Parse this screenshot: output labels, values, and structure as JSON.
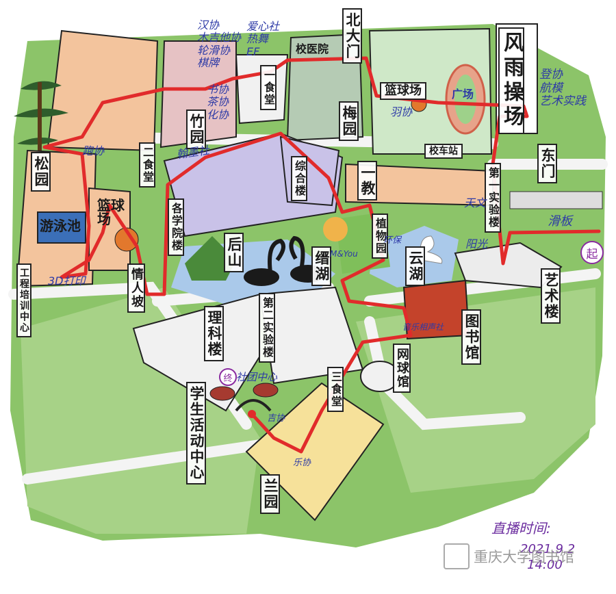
{
  "map": {
    "buildings": {
      "north_gate": "北大门",
      "hospital": "校医院",
      "wind_rain_field": "风雨操场",
      "basketball_court_n": "篮球场",
      "track_field": "广场",
      "bus_stop": "校车站",
      "canteen_1": "一食堂",
      "bamboo_garden": "竹园",
      "plum_garden": "梅园",
      "pine_garden": "松园",
      "canteen_2": "二食堂",
      "swimming_pool": "游泳池",
      "basketball_court_w": "篮球场",
      "engineering_center": "工程培训中心",
      "comprehensive_building": "综合楼",
      "college_buildings": "各学院楼",
      "east_gate": "东门",
      "first_teaching": "一教",
      "first_lab": "第一实验楼",
      "botanical_garden": "植物园",
      "back_hill": "后山",
      "lovers_slope": "情人坡",
      "mirror_lake": "缙湖",
      "cloud_lake": "云湖",
      "art_building": "艺术楼",
      "library": "图书馆",
      "science_building": "理科楼",
      "second_lab": "第二实验楼",
      "tennis_hall": "网球馆",
      "canteen_3": "三食堂",
      "student_center": "学生活动中心",
      "orchid_garden": "兰园"
    },
    "clubs": {
      "han_cosplay": "汉协\n木吉他协\n轮滑协\n棋牌",
      "love_society": "爱心社\n热舞\nEF",
      "calligraphy": "书协\n茶协\n化协",
      "badminton": "羽协",
      "aviation": "登协\n航模\n艺术实践",
      "poetry": "翰墨社",
      "run_club": "跑协",
      "print_3d": "3D打印",
      "skateboard": "滑板",
      "tiantai": "天文",
      "yangguang": "阳光",
      "myou": "M&You",
      "gongyi": "环保",
      "music": "音乐相声社",
      "guitar": "吉协",
      "dance": "乐协",
      "club_center": "社团中心"
    },
    "start_marker": "起",
    "end_marker": "终",
    "live_label": "直播时间:",
    "live_date": "2021.9.2",
    "live_time": "14:00",
    "watermark_text": "重庆大学图书馆"
  },
  "colors": {
    "grass": "#8cc469",
    "route": "#e12b2b",
    "peach": "#f3c49d",
    "pink": "#e6c2c4",
    "lilac": "#c9c2e8",
    "sage": "#b5cbb4",
    "water": "#aac9ea",
    "yellow": "#f6e19a"
  }
}
